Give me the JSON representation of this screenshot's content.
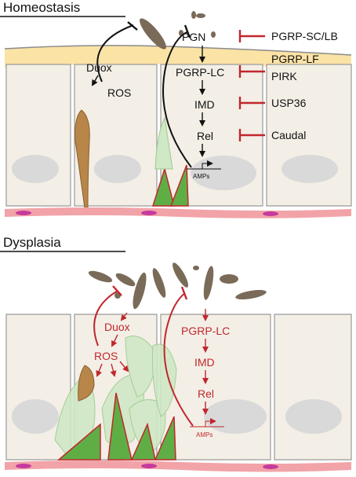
{
  "panels": {
    "top": {
      "title": "Homeostasis",
      "pathway": {
        "pgn": "PGN",
        "pgrp_lc": "PGRP-LC",
        "imd": "IMD",
        "rel": "Rel",
        "amps": "AMPs"
      },
      "ros_branch": {
        "duox": "Duox",
        "ros": "ROS"
      },
      "inhibitors": [
        "PGRP-SC/LB",
        "PGRP-LF",
        "PIRK",
        "USP36",
        "Caudal"
      ]
    },
    "bottom": {
      "title": "Dysplasia",
      "pathway": {
        "pgrp_lc": "PGRP-LC",
        "imd": "IMD",
        "rel": "Rel",
        "amps": "AMPs"
      },
      "ros_branch": {
        "duox": "Duox",
        "ros": "ROS"
      }
    }
  },
  "colors": {
    "inhibition_red": "#c0272d",
    "mucus_layer": "#fbe3a6",
    "cell_fill": "#f3efe6",
    "nucleus": "#d9d9d9",
    "bacteria": "#7a6a58",
    "enteroendocrine_cell": "#b9864a",
    "stem_cell_green": "#5fae45",
    "dysplastic_cell_green": "#cfe8c5",
    "basement_membrane": "#f2a3a8"
  }
}
